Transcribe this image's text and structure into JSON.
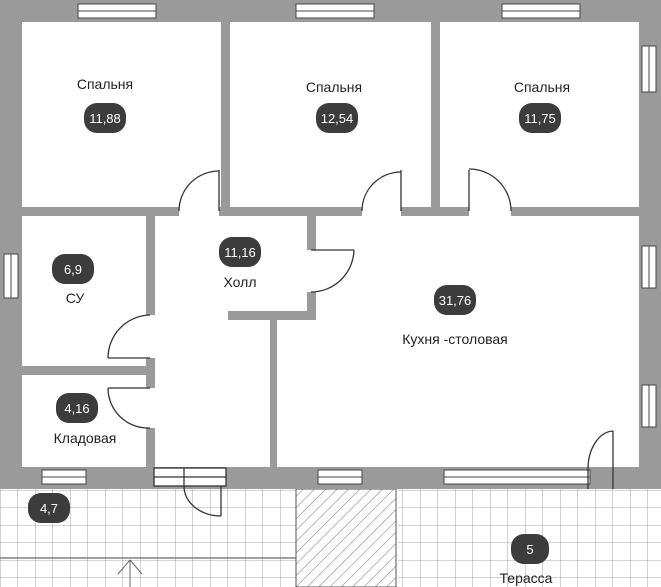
{
  "rooms": {
    "bedroom_1": {
      "label": "Спальня",
      "area": "11,88"
    },
    "bedroom_2": {
      "label": "Спальня",
      "area": "12,54"
    },
    "bedroom_3": {
      "label": "Спальня",
      "area": "11,75"
    },
    "bathroom": {
      "label": "СУ",
      "area": "6,9"
    },
    "hall": {
      "label": "Холл",
      "area": "11,16"
    },
    "kitchen": {
      "label": "Кухня -столовая",
      "area": "31,76"
    },
    "storage": {
      "label": "Кладовая",
      "area": "4,16"
    },
    "porch": {
      "area": "4,7"
    },
    "terrace": {
      "label": "Терасса",
      "area": "5"
    }
  },
  "colors": {
    "wall": "#9a9a9a",
    "badge": "#3c3c3c",
    "tile_grid": "#888888",
    "hatch": "#9a9a9a"
  }
}
